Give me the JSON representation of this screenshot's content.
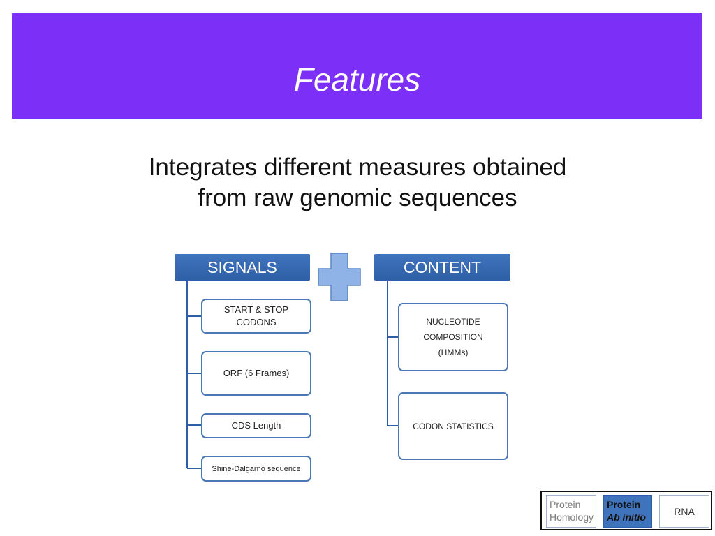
{
  "slide": {
    "title": "Features",
    "subtitle_lines": [
      "Integrates different measures obtained",
      "from raw genomic sequences"
    ]
  },
  "diagram": {
    "signals": {
      "header": "SIGNALS",
      "items": [
        "START & STOP\nCODONS",
        "ORF (6 Frames)",
        "CDS Length",
        "Shine-Dalgarno sequence"
      ]
    },
    "plus_icon": "plus-icon",
    "content": {
      "header": "CONTENT",
      "items": [
        "NUCLEOTIDE\nCOMPOSITION\n(HMMs)",
        "CODON STATISTICS"
      ]
    },
    "colors": {
      "header": "#3f74bd",
      "border": "#4a78b4",
      "plus": "#8fb3e6",
      "banner": "#7b2ff7"
    }
  },
  "nav": {
    "tabs": [
      {
        "line1": "Protein",
        "line2": "Homology"
      },
      {
        "line1": "Protein",
        "line2": "Ab initio"
      },
      {
        "line1": "RNA"
      }
    ]
  }
}
